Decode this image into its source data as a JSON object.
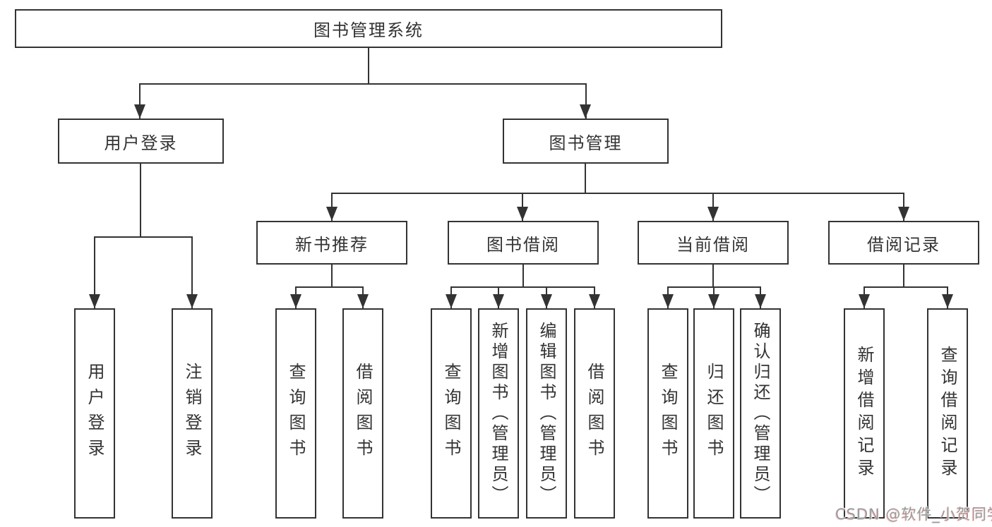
{
  "diagram": {
    "root": {
      "label": "图书管理系统"
    },
    "level2": {
      "user_login": {
        "label": "用户登录"
      },
      "book_mgmt": {
        "label": "图书管理"
      }
    },
    "level3": {
      "new_book_rec": {
        "label": "新书推荐"
      },
      "book_borrow": {
        "label": "图书借阅"
      },
      "current_borrow": {
        "label": "当前借阅"
      },
      "borrow_record": {
        "label": "借阅记录"
      }
    },
    "leaves": {
      "user_login": {
        "label": "用户登录"
      },
      "logout": {
        "label": "注销登录"
      },
      "rec_query_book": {
        "label": "查询图书"
      },
      "rec_borrow_book": {
        "label": "借阅图书"
      },
      "bb_query_book": {
        "label": "查询图书"
      },
      "bb_add_book": {
        "label": "新增图书（管理员）"
      },
      "bb_edit_book": {
        "label": "编辑图书（管理员）"
      },
      "bb_borrow_book": {
        "label": "借阅图书"
      },
      "cb_query_book": {
        "label": "查询图书"
      },
      "cb_return_book": {
        "label": "归还图书"
      },
      "cb_confirm_return": {
        "label": "确认归还（管理员）"
      },
      "br_add_record": {
        "label": "新增借阅记录"
      },
      "br_query_record": {
        "label": "查询借阅记录"
      }
    }
  },
  "watermark": {
    "text": "CSDN @软件_小贺同学"
  },
  "colors": {
    "line": "#333333",
    "text": "#333333",
    "watermark": "#9b9b9b",
    "background": "#ffffff"
  }
}
